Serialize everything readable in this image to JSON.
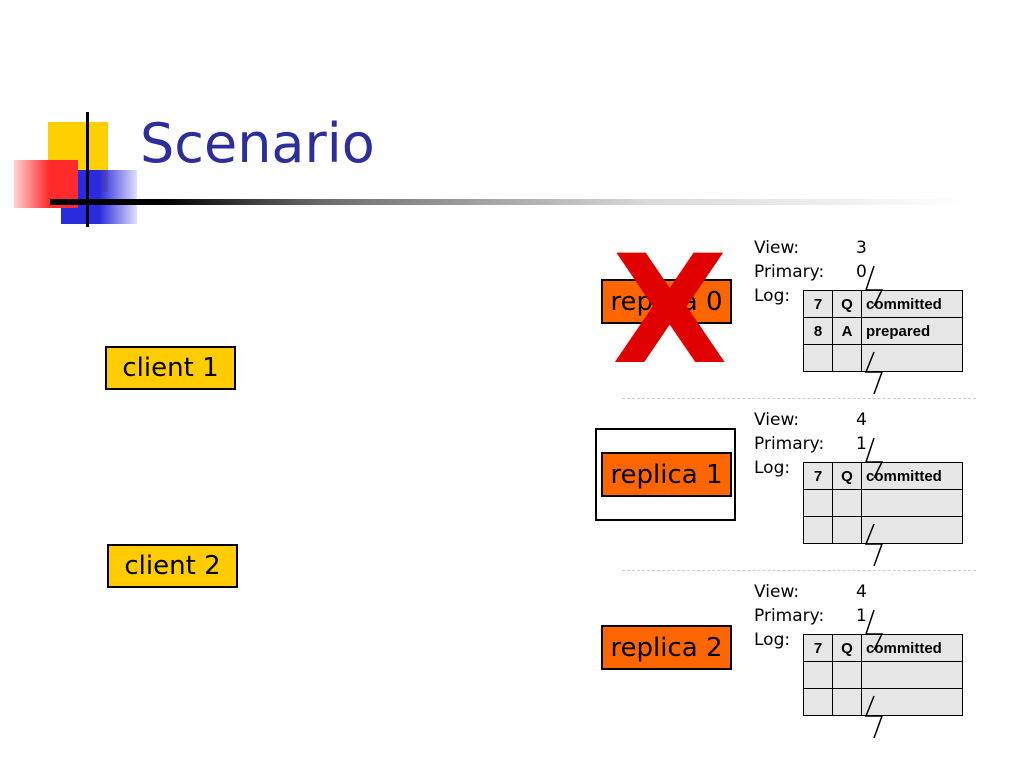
{
  "title": "Scenario",
  "clients": [
    {
      "label": "client 1"
    },
    {
      "label": "client 2"
    }
  ],
  "replicas": [
    {
      "label": "replica 0",
      "failed": true,
      "view_label": "View:",
      "view": "3",
      "primary_label": "Primary:",
      "primary": "0",
      "log_label": "Log:",
      "log": [
        {
          "seq": "7",
          "op": "Q",
          "status": "committed"
        },
        {
          "seq": "8",
          "op": "A",
          "status": "prepared"
        },
        {
          "seq": "",
          "op": "",
          "status": ""
        }
      ]
    },
    {
      "label": "replica 1",
      "framed": true,
      "view_label": "View:",
      "view": "4",
      "primary_label": "Primary:",
      "primary": "1",
      "log_label": "Log:",
      "log": [
        {
          "seq": "7",
          "op": "Q",
          "status": "committed"
        },
        {
          "seq": "",
          "op": "",
          "status": ""
        },
        {
          "seq": "",
          "op": "",
          "status": ""
        }
      ]
    },
    {
      "label": "replica 2",
      "view_label": "View:",
      "view": "4",
      "primary_label": "Primary:",
      "primary": "1",
      "log_label": "Log:",
      "log": [
        {
          "seq": "7",
          "op": "Q",
          "status": "committed"
        },
        {
          "seq": "",
          "op": "",
          "status": ""
        },
        {
          "seq": "",
          "op": "",
          "status": ""
        }
      ]
    }
  ],
  "failure_mark": "X",
  "colors": {
    "title": "#2d2d9b",
    "client_fill": "#ffcc00",
    "replica_fill": "#ff6600",
    "failure_mark": "#e00000",
    "log_fill": "#e6e6e6"
  }
}
